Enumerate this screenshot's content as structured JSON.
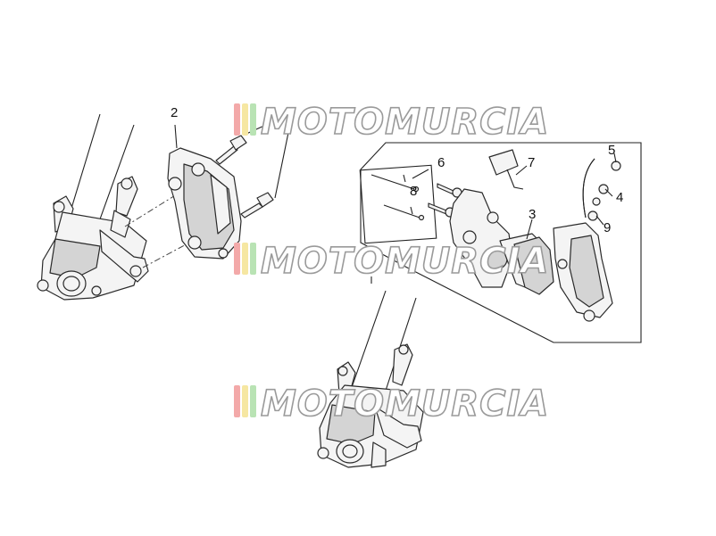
{
  "watermark": {
    "text": "MOTOMURCIA",
    "stripe_colors": [
      "#f3a9a9",
      "#f6e7a2",
      "#b9e3b4"
    ]
  },
  "callouts": [
    {
      "id": "2",
      "label": "2"
    },
    {
      "id": "3",
      "label": "3"
    },
    {
      "id": "4",
      "label": "4"
    },
    {
      "id": "5",
      "label": "5"
    },
    {
      "id": "6",
      "label": "6"
    },
    {
      "id": "7",
      "label": "7"
    },
    {
      "id": "8",
      "label": "8"
    },
    {
      "id": "9",
      "label": "9"
    }
  ]
}
